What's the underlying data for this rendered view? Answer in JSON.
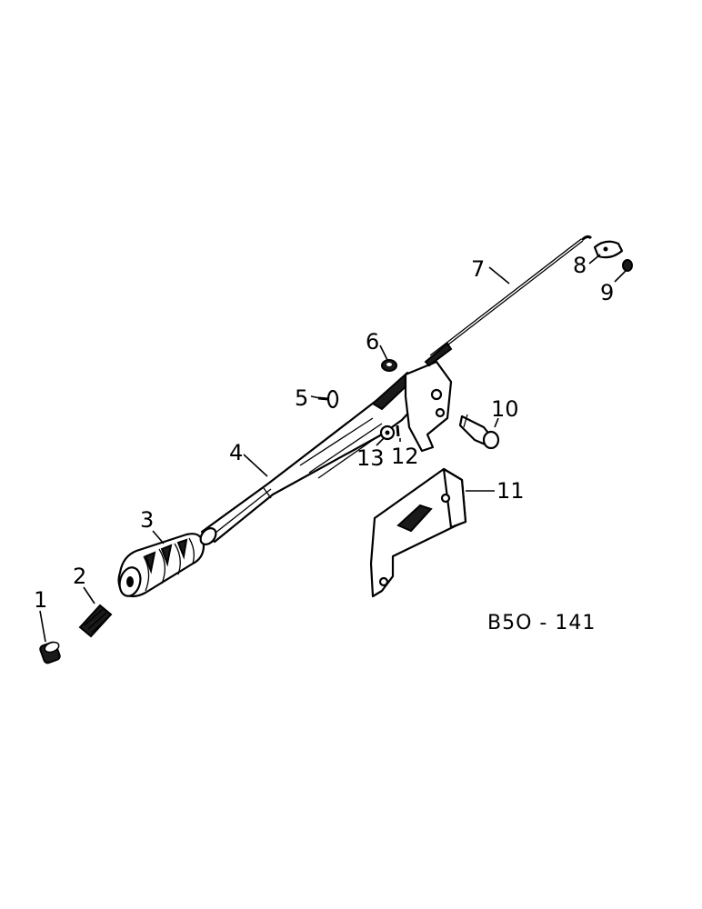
{
  "figure_id": "B5O - 141",
  "callouts": [
    "1",
    "2",
    "3",
    "4",
    "5",
    "6",
    "7",
    "8",
    "9",
    "10",
    "11",
    "12",
    "13"
  ]
}
